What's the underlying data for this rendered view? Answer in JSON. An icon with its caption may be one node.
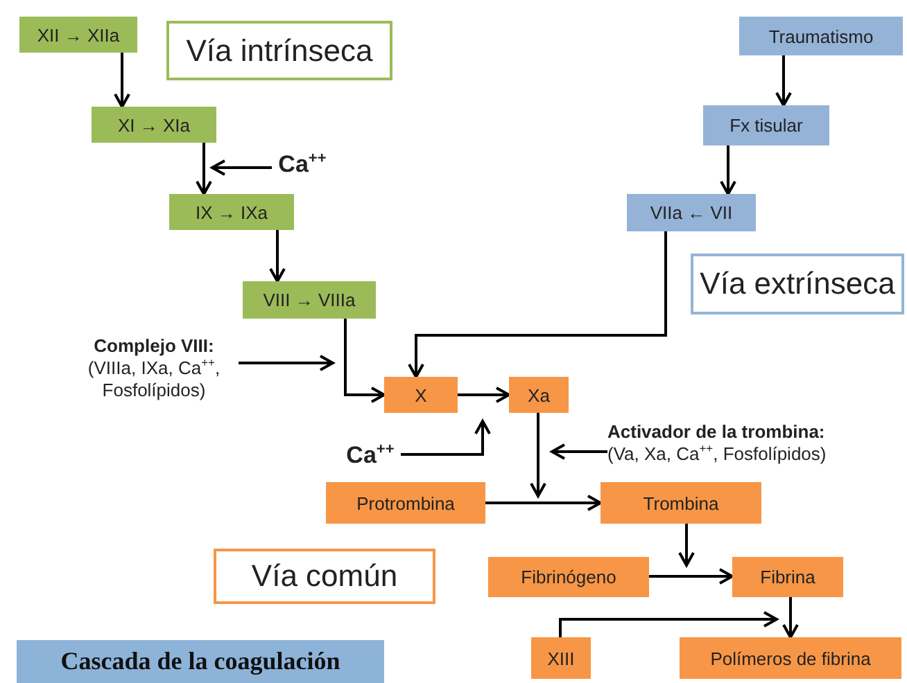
{
  "diagram": {
    "title": "Cascada de la coagulación",
    "nodes": [
      {
        "text": [
          "XII → XIIa"
        ]
      },
      {
        "text": [
          "Vía intrínseca"
        ]
      },
      {
        "text": [
          "XI → XIa"
        ]
      },
      {
        "text": [
          "IX → IXa"
        ]
      },
      {
        "text": [
          "VIII → VIIIa"
        ]
      },
      {
        "text": [
          "Traumatismo"
        ]
      },
      {
        "text": [
          "Fx tisular"
        ]
      },
      {
        "text": [
          "VIIa ← VII"
        ]
      },
      {
        "text": [
          "Vía extrínseca"
        ]
      },
      {
        "text": [
          "Ca$^{++}$"
        ]
      },
      {
        "text": [
          "Complejo VIII:",
          "(VIIIa, IXa, Ca$^{++}$, Fosfolípidos)"
        ]
      },
      {
        "text": [
          "X"
        ]
      },
      {
        "text": [
          "Xa"
        ]
      },
      {
        "text": [
          "Ca$^{++}$"
        ]
      },
      {
        "text": [
          "Activador de la trombina:",
          "(Va, Xa, Ca$^{++}$, Fosfolípidos)"
        ]
      },
      {
        "text": [
          "Protrombina"
        ]
      },
      {
        "text": [
          "Trombina"
        ]
      },
      {
        "text": [
          "Vía común"
        ]
      },
      {
        "text": [
          "Fibrinógeno"
        ]
      },
      {
        "text": [
          "Fibrina"
        ]
      },
      {
        "text": [
          "XIII"
        ]
      },
      {
        "text": [
          "Polímeros de fibrina"
        ]
      }
    ],
    "edges": [
      {
        "from": 0,
        "to": 2,
        "arrow": "to"
      },
      {
        "from": 2,
        "to": 3,
        "arrow": "to"
      },
      {
        "from": 9,
        "to": 2,
        "arrow": "to"
      },
      {
        "from": 3,
        "to": 4,
        "arrow": "to"
      },
      {
        "from": 4,
        "to": 11,
        "arrow": "to"
      },
      {
        "from": 7,
        "to": 11,
        "arrow": "to"
      },
      {
        "from": 10,
        "to": null,
        "arrow": "to"
      },
      {
        "from": 11,
        "to": 12,
        "arrow": "to"
      },
      {
        "from": 13,
        "to": 12,
        "arrow": "to"
      },
      {
        "from": 12,
        "to": null,
        "arrow": "to"
      },
      {
        "from": 14,
        "to": 12,
        "arrow": "to"
      },
      {
        "from": 15,
        "to": 16,
        "arrow": "to"
      },
      {
        "from": 16,
        "to": 18,
        "arrow": "to"
      },
      {
        "from": 18,
        "to": 19,
        "arrow": "to"
      },
      {
        "from": 19,
        "to": 21,
        "arrow": "to"
      },
      {
        "from": 20,
        "to": 19,
        "arrow": "to"
      },
      {
        "from": 5,
        "to": 6,
        "arrow": "to"
      },
      {
        "from": 6,
        "to": 7,
        "arrow": "to"
      }
    ]
  }
}
